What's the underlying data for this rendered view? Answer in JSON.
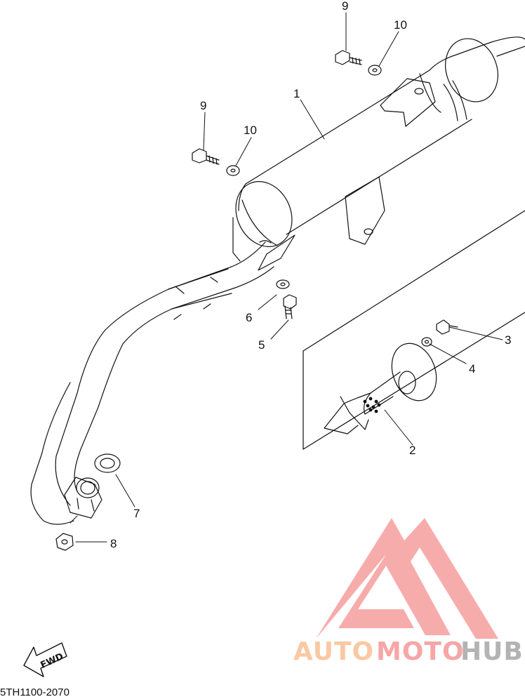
{
  "diagram": {
    "part_labels": [
      {
        "id": "1",
        "text": "1"
      },
      {
        "id": "2",
        "text": "2"
      },
      {
        "id": "3",
        "text": "3"
      },
      {
        "id": "4",
        "text": "4"
      },
      {
        "id": "5",
        "text": "5"
      },
      {
        "id": "6",
        "text": "6"
      },
      {
        "id": "7",
        "text": "7"
      },
      {
        "id": "8",
        "text": "8"
      },
      {
        "id": "9a",
        "text": "9"
      },
      {
        "id": "9b",
        "text": "9"
      },
      {
        "id": "10a",
        "text": "10"
      },
      {
        "id": "10b",
        "text": "10"
      }
    ],
    "fwd_label": "FWD",
    "drawing_code": "5TH1100-2070"
  },
  "watermark": {
    "brand_auto": "AUTO",
    "brand_moto": "MOTO",
    "brand_hub": "HUB",
    "colors": {
      "auto": "#f9c9a3",
      "moto": "#f6a6a6",
      "hub": "#b3b3b3",
      "logo": "#f7a8a8"
    }
  }
}
